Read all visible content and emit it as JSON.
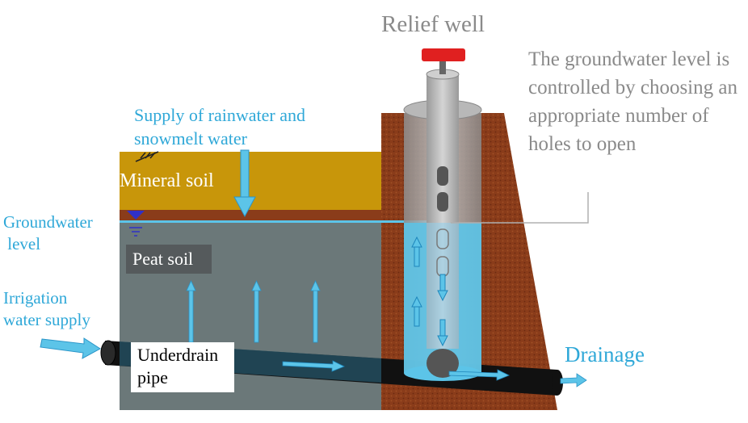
{
  "diagram": {
    "title": "Relief well",
    "note": "The groundwater level is controlled by choosing an appropriate number of holes to open",
    "supply": [
      "Supply of rainwater and",
      "snowmelt water"
    ],
    "mineral_soil": "Mineral soil",
    "groundwater_level": [
      "Groundwater",
      " level"
    ],
    "peat_soil": "Peat soil",
    "irrigation": [
      "Irrigation",
      "water supply"
    ],
    "underdrain": [
      "Underdrain",
      "pipe"
    ],
    "drainage": "Drainage",
    "colors": {
      "mineral_soil": "#c8960a",
      "peat_soil": "#6b7879",
      "brown_soil": "#8a3c1a",
      "water": "#5cc4e8",
      "pipe": "#111111",
      "label_blue": "#2fa8d8",
      "label_gray": "#8a8a8a",
      "valve": "#e02020"
    },
    "icons": [
      "ground-hatch-icon",
      "water-level-triangle-icon",
      "valve-handle-icon",
      "flow-arrow-icon"
    ]
  }
}
